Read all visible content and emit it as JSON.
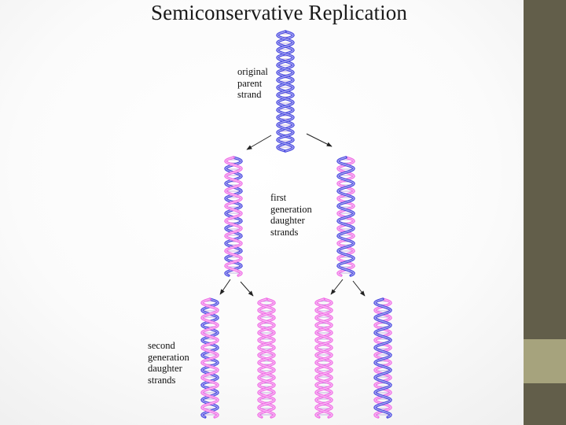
{
  "title": "Semiconservative Replication",
  "labels": {
    "parent": [
      "original",
      "parent",
      "strand"
    ],
    "first_gen": [
      "first",
      "generation",
      "daughter",
      "strands"
    ],
    "second_gen": [
      "second",
      "generation",
      "daughter",
      "strands"
    ]
  },
  "colors": {
    "old_strand": "#4a4ae0",
    "new_strand": "#f06ee6",
    "rung": "#b39ad9",
    "sidebar": "#625e4a",
    "sidebar_accent": "#a6a37d"
  }
}
